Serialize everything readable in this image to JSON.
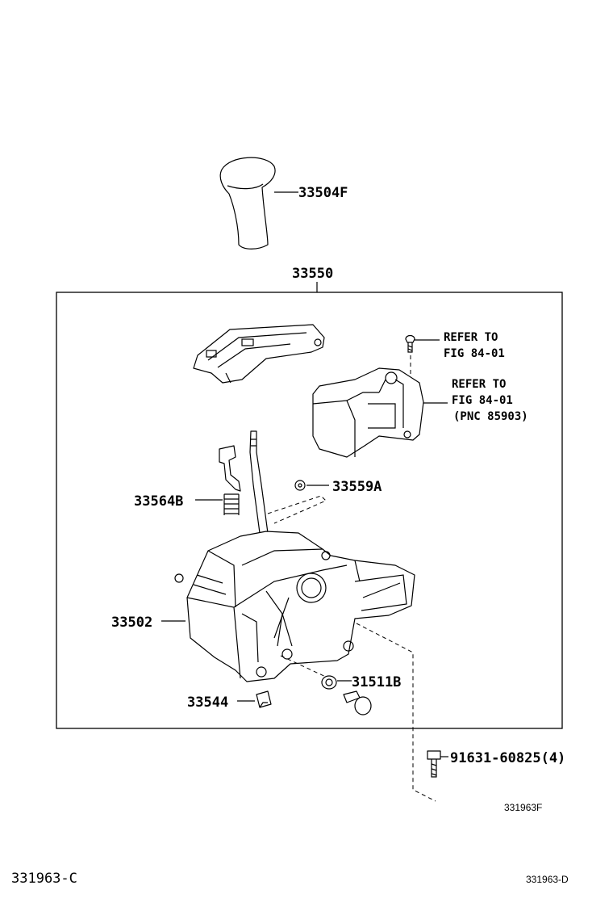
{
  "parts": {
    "knob": "33504F",
    "assembly": "33550",
    "stopper": "33559A",
    "spring": "33564B",
    "housing": "33502",
    "plug": "33544",
    "bushing": "31511B",
    "bolt": "91631-60825(4)"
  },
  "refs": {
    "screw_ref_1": "REFER TO",
    "screw_ref_2": "FIG 84-01",
    "block_ref_1": "REFER TO",
    "block_ref_2": "FIG 84-01",
    "block_ref_3": "(PNC 85903)"
  },
  "codes": {
    "figure": "331963F",
    "page_left": "331963-C",
    "page_right": "331963-D"
  }
}
